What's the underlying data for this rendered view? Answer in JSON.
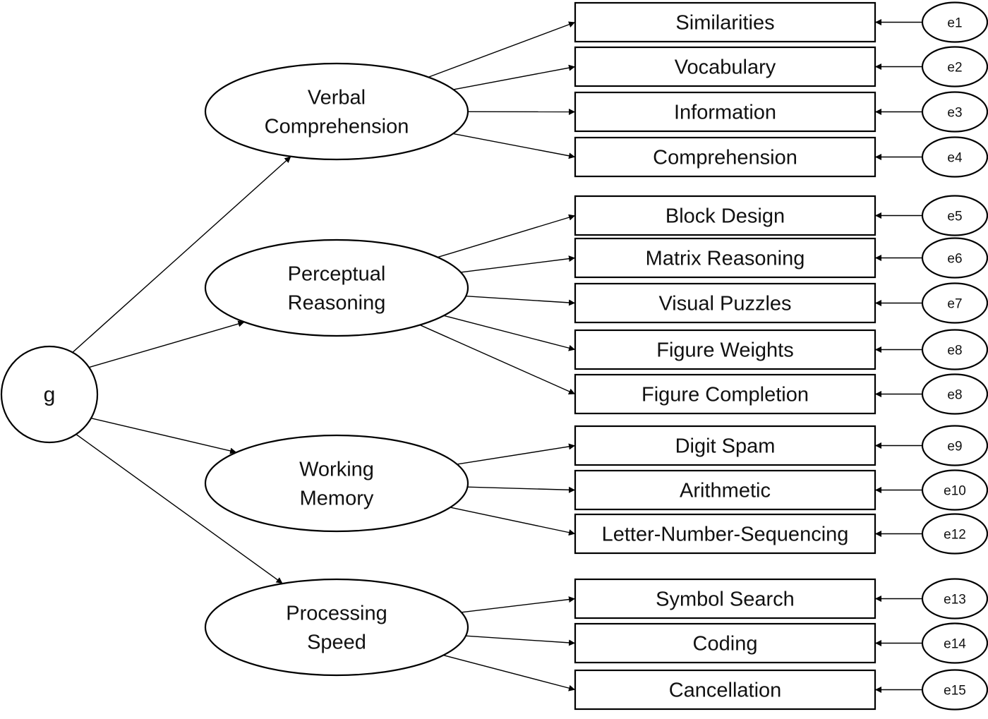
{
  "general_factor": {
    "label": "g"
  },
  "factors": [
    {
      "lines": [
        "Verbal",
        "Comprehension"
      ]
    },
    {
      "lines": [
        "Perceptual",
        "Reasoning"
      ]
    },
    {
      "lines": [
        "Working",
        "Memory"
      ]
    },
    {
      "lines": [
        "Processing",
        "Speed"
      ]
    }
  ],
  "indicators": [
    {
      "label": "Similarities",
      "error": "e1",
      "factor": 0
    },
    {
      "label": "Vocabulary",
      "error": "e2",
      "factor": 0
    },
    {
      "label": "Information",
      "error": "e3",
      "factor": 0
    },
    {
      "label": "Comprehension",
      "error": "e4",
      "factor": 0
    },
    {
      "label": "Block Design",
      "error": "e5",
      "factor": 1
    },
    {
      "label": "Matrix Reasoning",
      "error": "e6",
      "factor": 1
    },
    {
      "label": "Visual Puzzles",
      "error": "e7",
      "factor": 1
    },
    {
      "label": "Figure Weights",
      "error": "e8",
      "factor": 1
    },
    {
      "label": "Figure Completion",
      "error": "e8",
      "factor": 1
    },
    {
      "label": "Digit Spam",
      "error": "e9",
      "factor": 2
    },
    {
      "label": "Arithmetic",
      "error": "e10",
      "factor": 2
    },
    {
      "label": "Letter-Number-Sequencing",
      "error": "e12",
      "factor": 2
    },
    {
      "label": "Symbol Search",
      "error": "e13",
      "factor": 3
    },
    {
      "label": "Coding",
      "error": "e14",
      "factor": 3
    },
    {
      "label": "Cancellation",
      "error": "e15",
      "factor": 3
    }
  ]
}
